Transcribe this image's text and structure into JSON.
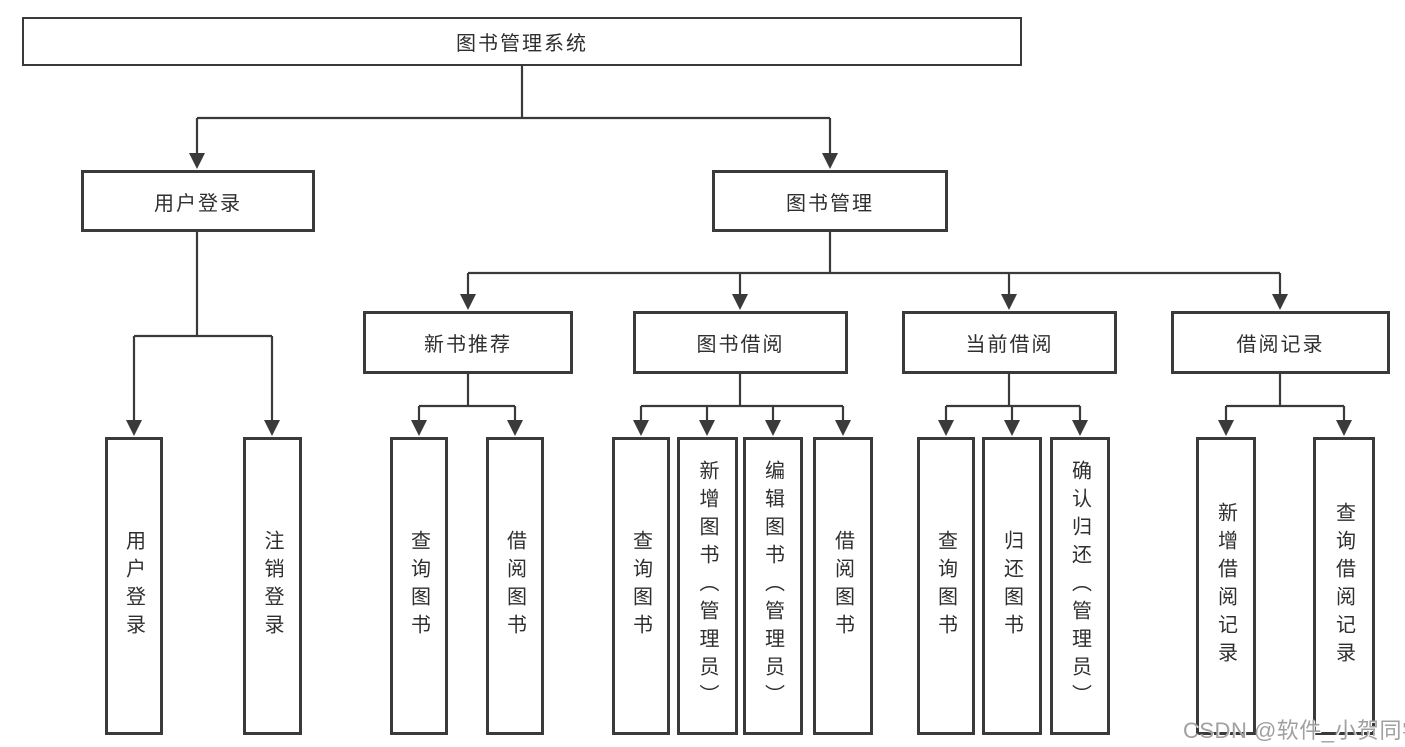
{
  "diagram": {
    "root": {
      "label": "图书管理系统"
    },
    "level2": [
      {
        "label": "用户登录"
      },
      {
        "label": "图书管理"
      }
    ],
    "level3": [
      {
        "label": "新书推荐"
      },
      {
        "label": "图书借阅"
      },
      {
        "label": "当前借阅"
      },
      {
        "label": "借阅记录"
      }
    ],
    "leaves": {
      "user_login": [
        {
          "label": "用户登录"
        },
        {
          "label": "注销登录"
        }
      ],
      "new_books": [
        {
          "label": "查询图书"
        },
        {
          "label": "借阅图书"
        }
      ],
      "book_borrow": [
        {
          "label": "查询图书"
        },
        {
          "label": "新增图书（管理员）"
        },
        {
          "label": "编辑图书（管理员）"
        },
        {
          "label": "借阅图书"
        }
      ],
      "current_borrow": [
        {
          "label": "查询图书"
        },
        {
          "label": "归还图书"
        },
        {
          "label": "确认归还（管理员）"
        }
      ],
      "borrow_records": [
        {
          "label": "新增借阅记录"
        },
        {
          "label": "查询借阅记录"
        }
      ]
    },
    "watermark": "CSDN @软件_小贺同学",
    "colors": {
      "border": "#3a3a3a",
      "line": "#3a3a3a",
      "text": "#2f2f2f",
      "background": "#ffffff",
      "watermark": "#a0a0a0"
    }
  }
}
